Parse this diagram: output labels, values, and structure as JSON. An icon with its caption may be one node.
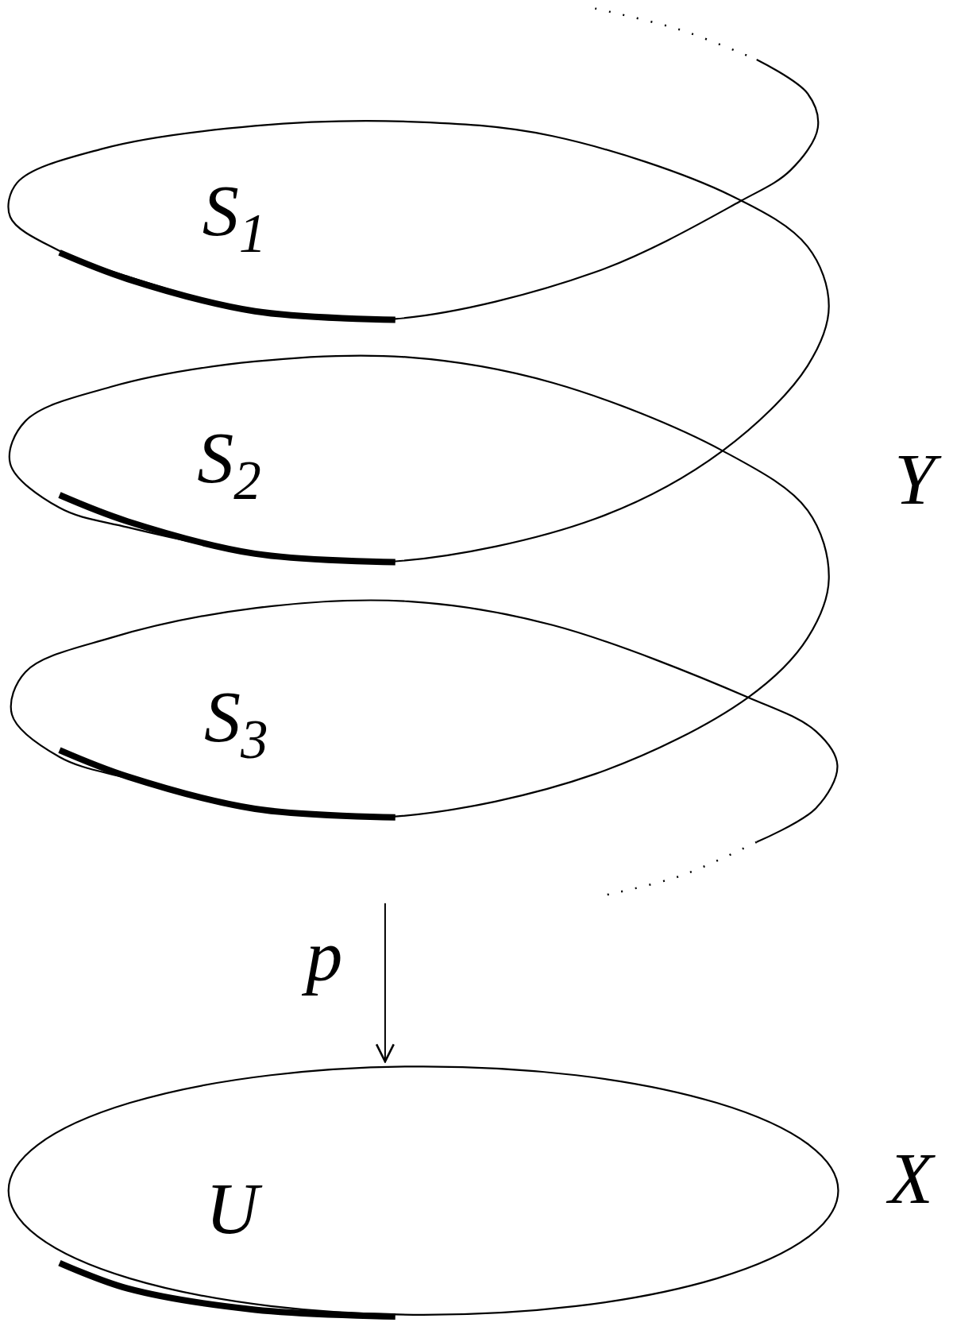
{
  "diagram": {
    "nodes": [
      {
        "text": [
          "S$_{1}$",
          "S$_{2}$",
          "S$_{3}$"
        ],
        "beside": [
          "Y"
        ]
      },
      {
        "text": [
          "U"
        ],
        "beside": [
          "X"
        ]
      }
    ],
    "edges": [
      {
        "from": 0,
        "to": 1,
        "arrow": "to",
        "label": "p"
      }
    ]
  }
}
